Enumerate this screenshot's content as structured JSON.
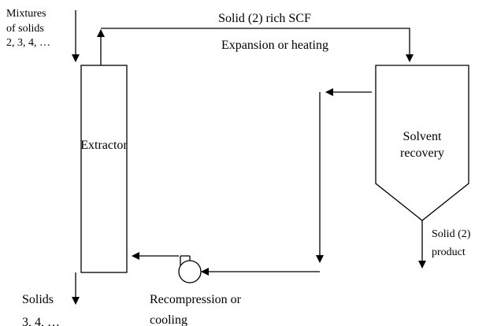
{
  "colors": {
    "stroke": "#000000",
    "background": "#ffffff",
    "text": "#000000"
  },
  "labels": {
    "feed_line1": "Mixtures",
    "feed_line2": "of solids",
    "feed_line3": "2, 3, 4, …",
    "top_stream": "Solid (2) rich SCF",
    "expansion": "Expansion or heating",
    "extractor": "Extractor",
    "recovery_line1": "Solvent",
    "recovery_line2": "recovery",
    "product_line1": "Solid (2)",
    "product_line2": "product",
    "solids_out_line1": "Solids",
    "solids_out_line2": "3, 4, …",
    "recompression_line1": "Recompression or",
    "recompression_line2": "cooling"
  },
  "icons": {
    "pump": "pump-icon"
  }
}
